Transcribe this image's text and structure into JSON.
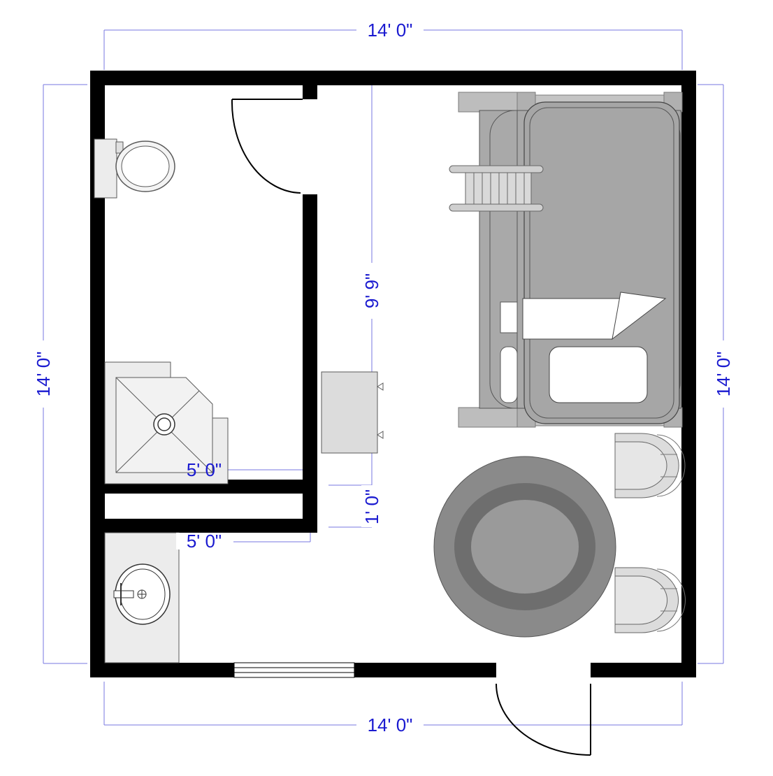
{
  "dimensions": {
    "top_width": "14' 0\"",
    "bottom_width": "14' 0\"",
    "left_height": "14' 0\"",
    "right_height": "14' 0\"",
    "hall_length": "9' 9\"",
    "hall_width": "1' 0\"",
    "closet_upper_width": "5' 0\"",
    "closet_lower_width": "5' 0\""
  },
  "colors": {
    "dimension_text": "#1a1ad0",
    "dimension_line": "#7777e0",
    "wall": "#000000",
    "fixture_fill": "#d9d9d9",
    "bed_fill": "#a6a6a6",
    "rug_outer": "#8a8a8a",
    "rug_ring": "#6e6e6e",
    "rug_center": "#9a9a9a"
  },
  "icons": {
    "toilet": "toilet-icon",
    "shower": "corner-shower-icon",
    "sink": "vanity-sink-icon",
    "bunk_bed": "bunk-bed-icon",
    "desk": "desk-icon",
    "rug": "oval-rug-icon",
    "chair_upper": "armchair-icon",
    "chair_lower": "armchair-icon",
    "window": "window-icon",
    "bathroom_door": "door-swing-icon",
    "entry_door": "door-swing-icon"
  }
}
